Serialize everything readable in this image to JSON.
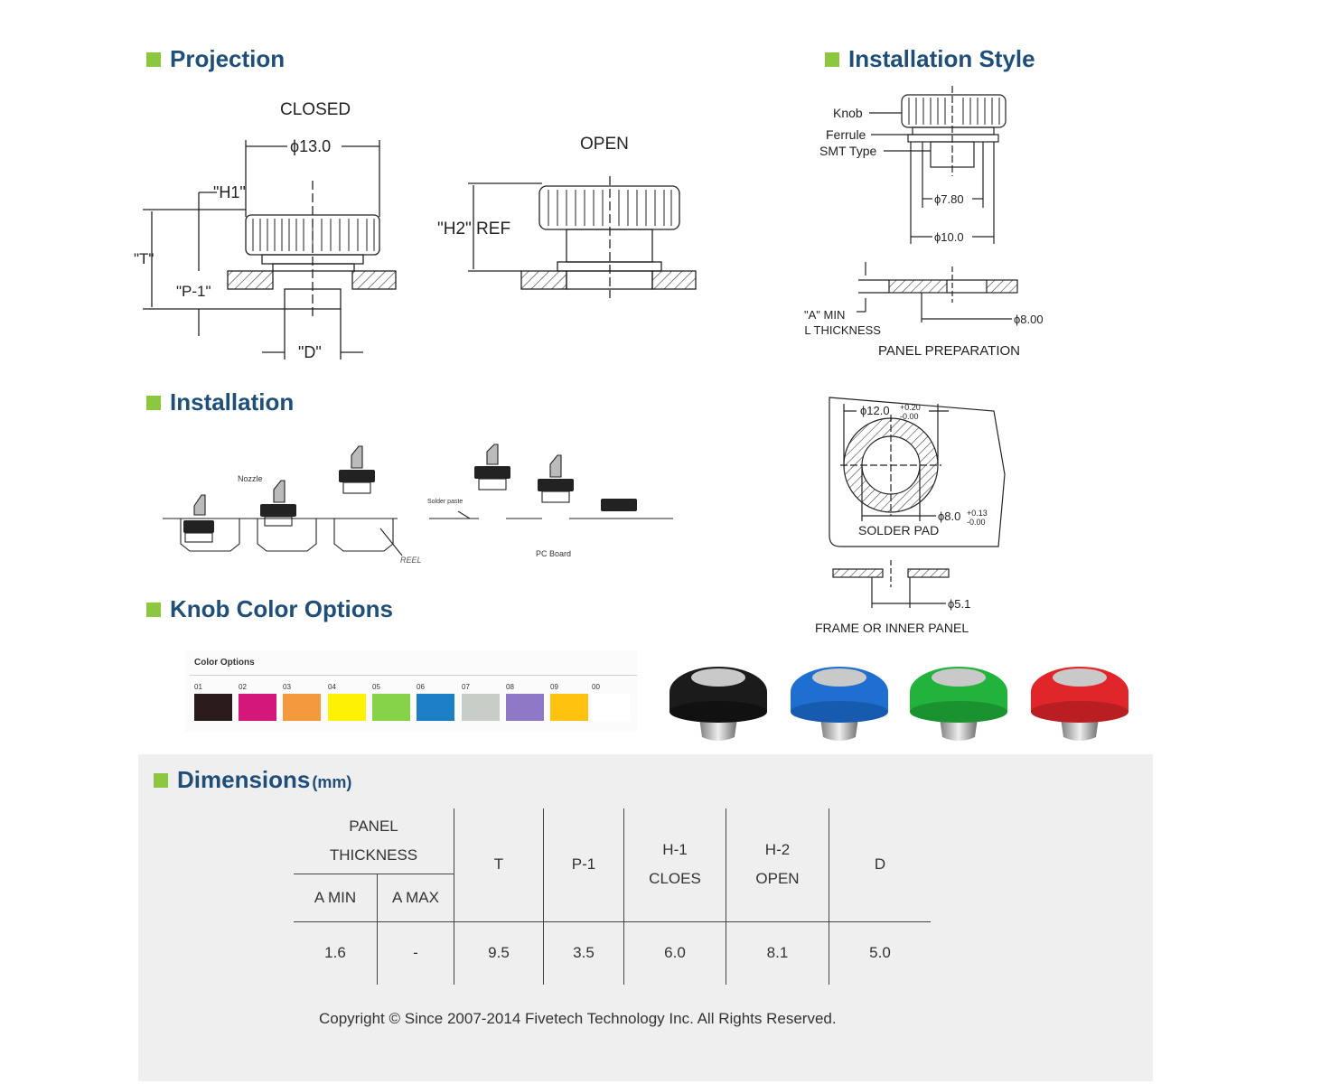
{
  "sections": {
    "projection": "Projection",
    "installation_style": "Installation Style",
    "installation": "Installation",
    "knob_color": "Knob Color Options",
    "dimensions": "Dimensions",
    "dimensions_unit": "(mm)"
  },
  "projection": {
    "closed": "CLOSED",
    "open": "OPEN",
    "dia": "ϕ13.0",
    "h1": "\"H1\"",
    "t": "\"T\"",
    "p1": "\"P-1\"",
    "d": "\"D\"",
    "h2": "\"H2\" REF"
  },
  "install_style": {
    "knob": "Knob",
    "ferrule": "Ferrule",
    "smt": "SMT Type",
    "d780": "ϕ7.80",
    "d100": "ϕ10.0",
    "d800": "ϕ8.00",
    "amin": "\"A\" MIN",
    "panel_thickness": "PANEL THICKNESS",
    "panel_prep": "PANEL PREPARATION",
    "d120": "ϕ12.0",
    "tol_120_up": "+0.20",
    "tol_120_dn": "-0.00",
    "d80": "ϕ8.0",
    "tol_80_up": "+0.13",
    "tol_80_dn": "-0.00",
    "solder_pad": "SOLDER  PAD",
    "d51": "ϕ5.1",
    "frame": "FRAME OR INNER PANEL"
  },
  "installation": {
    "nozzle": "Nozzle",
    "reel": "REEL",
    "solder_paste": "Solder paste",
    "pc_board": "PC Board"
  },
  "color_options": {
    "heading": "Color Options",
    "swatches": [
      {
        "code": "01",
        "color": "#2a1c1a"
      },
      {
        "code": "02",
        "color": "#d4187a"
      },
      {
        "code": "03",
        "color": "#f39a3e"
      },
      {
        "code": "04",
        "color": "#fff200"
      },
      {
        "code": "05",
        "color": "#86d34a"
      },
      {
        "code": "06",
        "color": "#1c7fc6"
      },
      {
        "code": "07",
        "color": "#c9cdc8"
      },
      {
        "code": "08",
        "color": "#8f78c6"
      },
      {
        "code": "09",
        "color": "#ffc20e"
      },
      {
        "code": "00",
        "color": "#ffffff"
      }
    ],
    "knob_colors": [
      "#1b1b1b",
      "#1f6fd1",
      "#22b33c",
      "#e0262a"
    ]
  },
  "table": {
    "panel_thickness_1": "PANEL",
    "panel_thickness_2": "THICKNESS",
    "a_min": "A MIN",
    "a_max": "A MAX",
    "t": "T",
    "p1": "P-1",
    "h1_a": "H-1",
    "h1_b": "CLOES",
    "h2_a": "H-2",
    "h2_b": "OPEN",
    "d": "D",
    "row": {
      "a_min": "1.6",
      "a_max": "-",
      "t": "9.5",
      "p1": "3.5",
      "h1": "6.0",
      "h2": "8.1",
      "d": "5.0"
    }
  },
  "copyright": "Copyright © Since 2007-2014 Fivetech Technology Inc. All Rights Reserved."
}
